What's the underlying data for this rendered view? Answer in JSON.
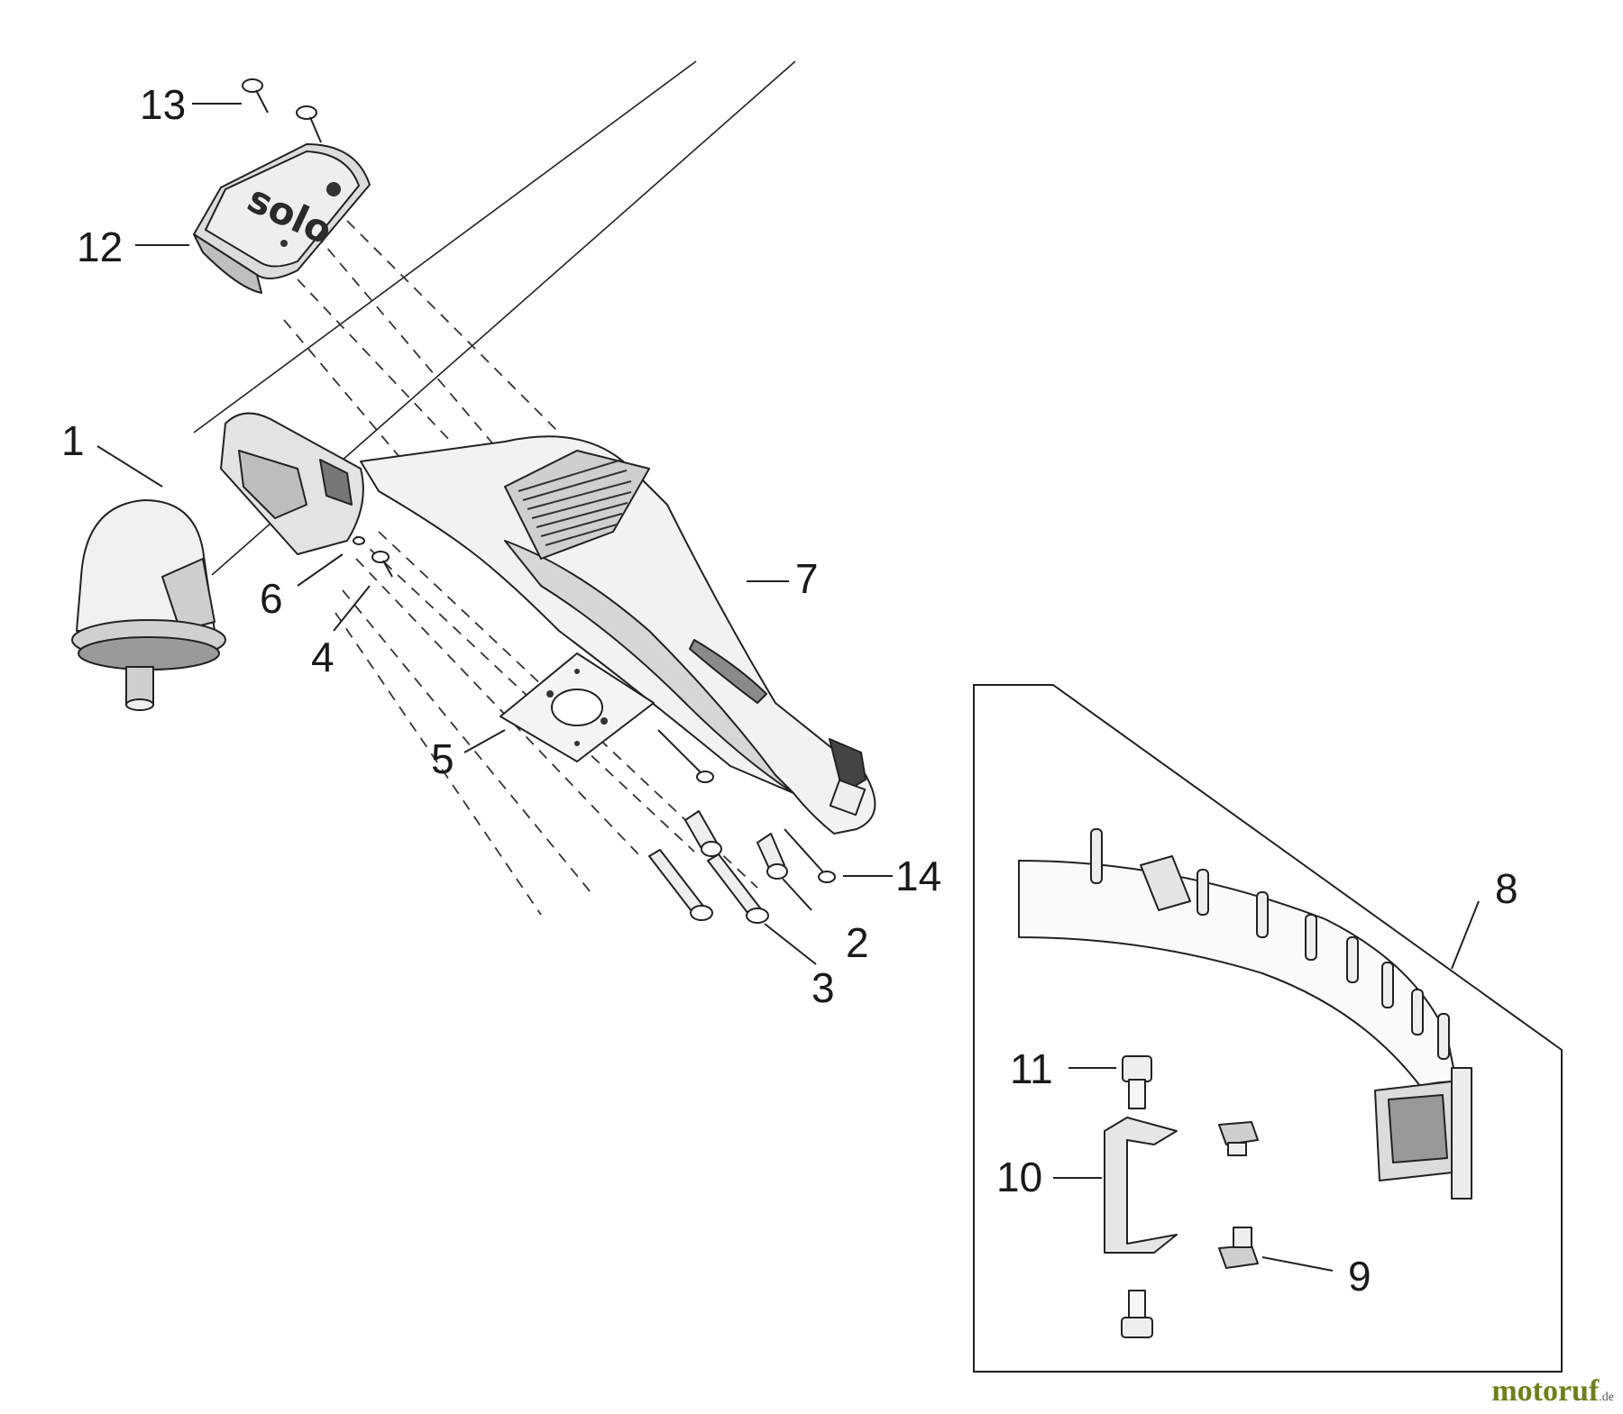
{
  "callouts": {
    "c1": "1",
    "c2": "2",
    "c3": "3",
    "c4": "4",
    "c5": "5",
    "c6": "6",
    "c7": "7",
    "c8": "8",
    "c9": "9",
    "c10": "10",
    "c11": "11",
    "c12": "12",
    "c13": "13",
    "c14": "14"
  },
  "cover_logo": "solo",
  "watermark": {
    "name": "motoruf",
    "suffix": ".de",
    "color": "#6f7f1c"
  }
}
